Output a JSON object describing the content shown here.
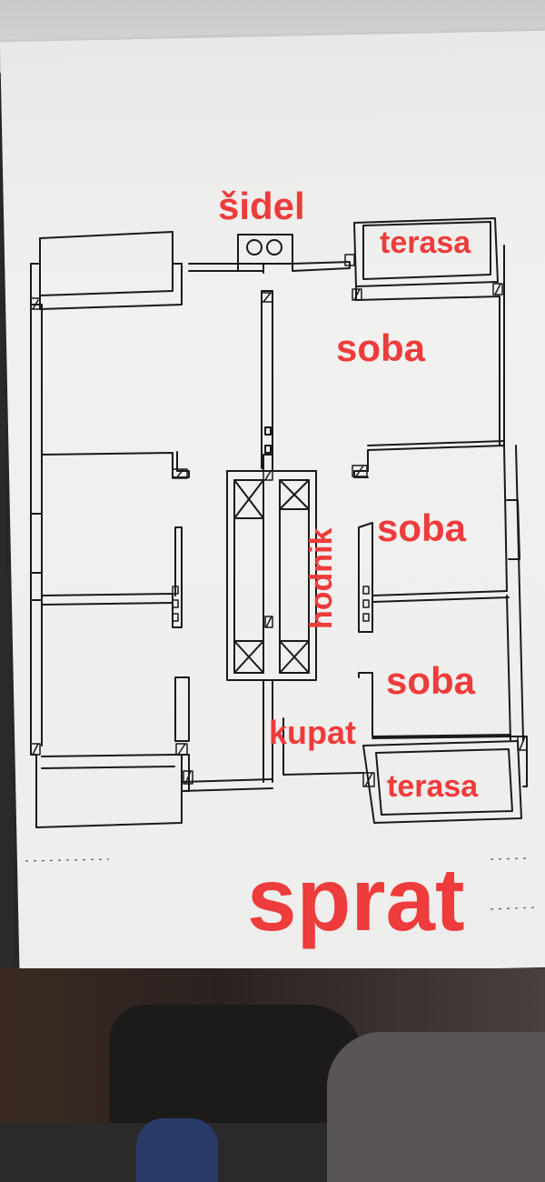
{
  "labels": {
    "chimney": "šidel",
    "terrace_top": "terasa",
    "room_1": "soba",
    "room_2": "soba",
    "room_3": "soba",
    "hallway": "hodnik",
    "bathroom": "kupat",
    "terrace_bottom": "terasa",
    "floor": "sprat"
  },
  "colors": {
    "label": "#ee3b3b",
    "ink": "#1a1a1a",
    "paper": "#efefed"
  }
}
